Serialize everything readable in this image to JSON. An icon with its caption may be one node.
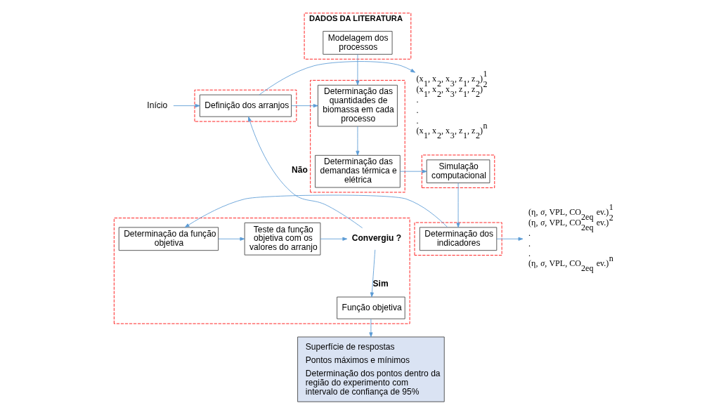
{
  "diagram": {
    "nodes": [
      {
        "text": [
          "Início"
        ]
      },
      {
        "text": [],
        "shape": "box"
      },
      {
        "text": [
          "Definição dos arranjos"
        ],
        "in": 1
      },
      {
        "text": [
          "DADOS DA LITERATURA"
        ]
      },
      {
        "text": [
          "Modelagem dos processos"
        ],
        "in": 3
      },
      {
        "text": [
          "(x$_{1}$, x$_{2}$, x$_{3}$, z$_{1}$, z$_{2}$)$^{1}$",
          "(x$_{1}$, x$_{2}$, x$_{3}$, z$_{1}$, z$_{2}$)$^{2}$",
          ".",
          ".",
          ".",
          "(x$_{1}$, x$_{2}$, x$_{3}$, z$_{1}$, z$_{2}$)$^{n}$"
        ]
      },
      {
        "text": [],
        "shape": "box"
      },
      {
        "text": [
          "Determinação das quantidades de biomassa em cada processo"
        ],
        "in": 6
      },
      {
        "text": [
          "Determinação das demandas térmica e elétrica"
        ],
        "in": 6
      },
      {
        "text": [],
        "shape": "box"
      },
      {
        "text": [
          "Simulação computacional"
        ],
        "in": 9
      },
      {
        "text": [],
        "shape": "box"
      },
      {
        "text": [
          "Determinação dos indicadores"
        ],
        "in": 11
      },
      {
        "text": [
          "(η, *σ*, VPL, CO$_{2eq}$ ev.)$^{1}$",
          "(η, *σ*, VPL, CO$_{2eq}$ ev.)$^{2}$",
          ".",
          ".",
          ".",
          "(η, *σ*, VPL, CO$_{2eq}$ ev.)$^{n}$"
        ]
      },
      {
        "text": [],
        "shape": "box"
      },
      {
        "text": [
          "Determinação da função objetiva"
        ],
        "in": 14
      },
      {
        "text": [
          "Teste da função objetiva com os valores do arranjo"
        ],
        "in": 14
      },
      {
        "text": [
          "Convergiu ?"
        ],
        "in": 14
      },
      {
        "text": [
          "Função objetiva"
        ],
        "in": 14
      },
      {
        "text": [
          "Superfície de respostas",
          "Pontos máximos e mínimos",
          "Determinação dos pontos dentro da região do experimento com intervalo de confiança de 95%"
        ]
      }
    ],
    "edges": [
      {
        "from": 0,
        "to": 2,
        "arrow": "to"
      },
      {
        "from": 2,
        "to": 5,
        "arrow": "to"
      },
      {
        "from": 2,
        "to": 7,
        "arrow": "to"
      },
      {
        "from": 4,
        "to": 7,
        "arrow": "to"
      },
      {
        "from": 7,
        "to": 8,
        "arrow": "to"
      },
      {
        "from": 8,
        "to": 10,
        "arrow": "to"
      },
      {
        "from": 10,
        "to": 12,
        "arrow": "to"
      },
      {
        "from": 12,
        "to": 13,
        "arrow": "to"
      },
      {
        "from": 12,
        "to": 15,
        "arrow": "to"
      },
      {
        "from": 15,
        "to": 16,
        "arrow": "to"
      },
      {
        "from": 16,
        "to": 17,
        "arrow": "to"
      },
      {
        "from": 17,
        "to": 2,
        "arrow": "to",
        "label": "Não"
      },
      {
        "from": 17,
        "to": 18,
        "arrow": "to",
        "label": "Sim"
      },
      {
        "from": 18,
        "to": 19,
        "arrow": "to"
      }
    ]
  }
}
